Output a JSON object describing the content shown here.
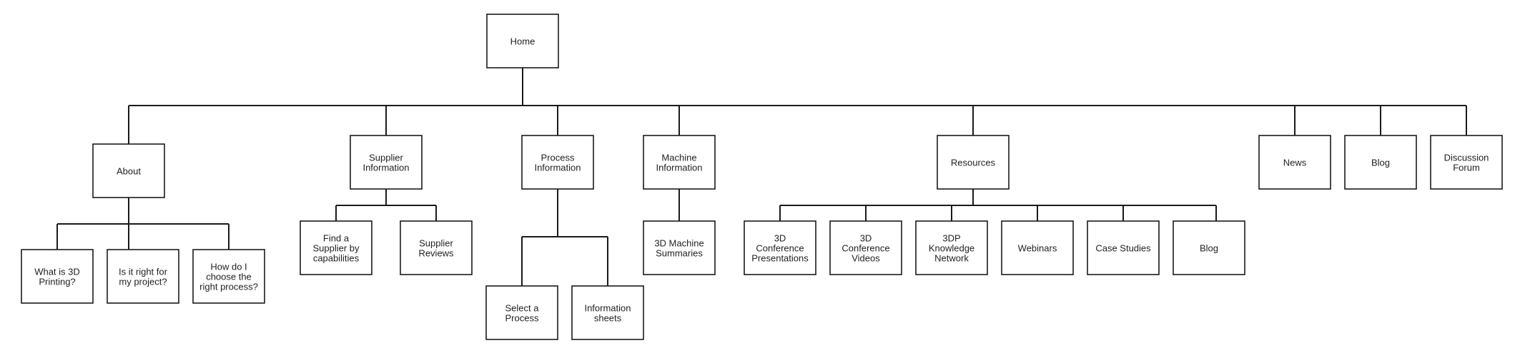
{
  "colors": {
    "line": "#1a1a1a",
    "box_fill": "#ffffff",
    "text": "#222222"
  },
  "nodes": {
    "home": [
      "Home"
    ],
    "about": [
      "About"
    ],
    "what_is": [
      "What is 3D",
      "Printing?"
    ],
    "right_for": [
      "Is it right for",
      "my project?"
    ],
    "choose_process": [
      "How do I",
      "choose the",
      "right process?"
    ],
    "supplier_info": [
      "Supplier",
      "Information"
    ],
    "find_supplier": [
      "Find a",
      "Supplier by",
      "capabilities"
    ],
    "supplier_reviews": [
      "Supplier",
      "Reviews"
    ],
    "process_info": [
      "Process",
      "Information"
    ],
    "select_process": [
      "Select a",
      "Process"
    ],
    "info_sheets": [
      "Information",
      "sheets"
    ],
    "machine_info": [
      "Machine",
      "Information"
    ],
    "machine_summaries": [
      "3D Machine",
      "Summaries"
    ],
    "resources": [
      "Resources"
    ],
    "conf_presentations": [
      "3D",
      "Conference",
      "Presentations"
    ],
    "conf_videos": [
      "3D",
      "Conference",
      "Videos"
    ],
    "knowledge_network": [
      "3DP",
      "Knowledge",
      "Network"
    ],
    "webinars": [
      "Webinars"
    ],
    "case_studies": [
      "Case Studies"
    ],
    "res_blog": [
      "Blog"
    ],
    "news": [
      "News"
    ],
    "blog": [
      "Blog"
    ],
    "forum": [
      "Discussion",
      "Forum"
    ]
  }
}
